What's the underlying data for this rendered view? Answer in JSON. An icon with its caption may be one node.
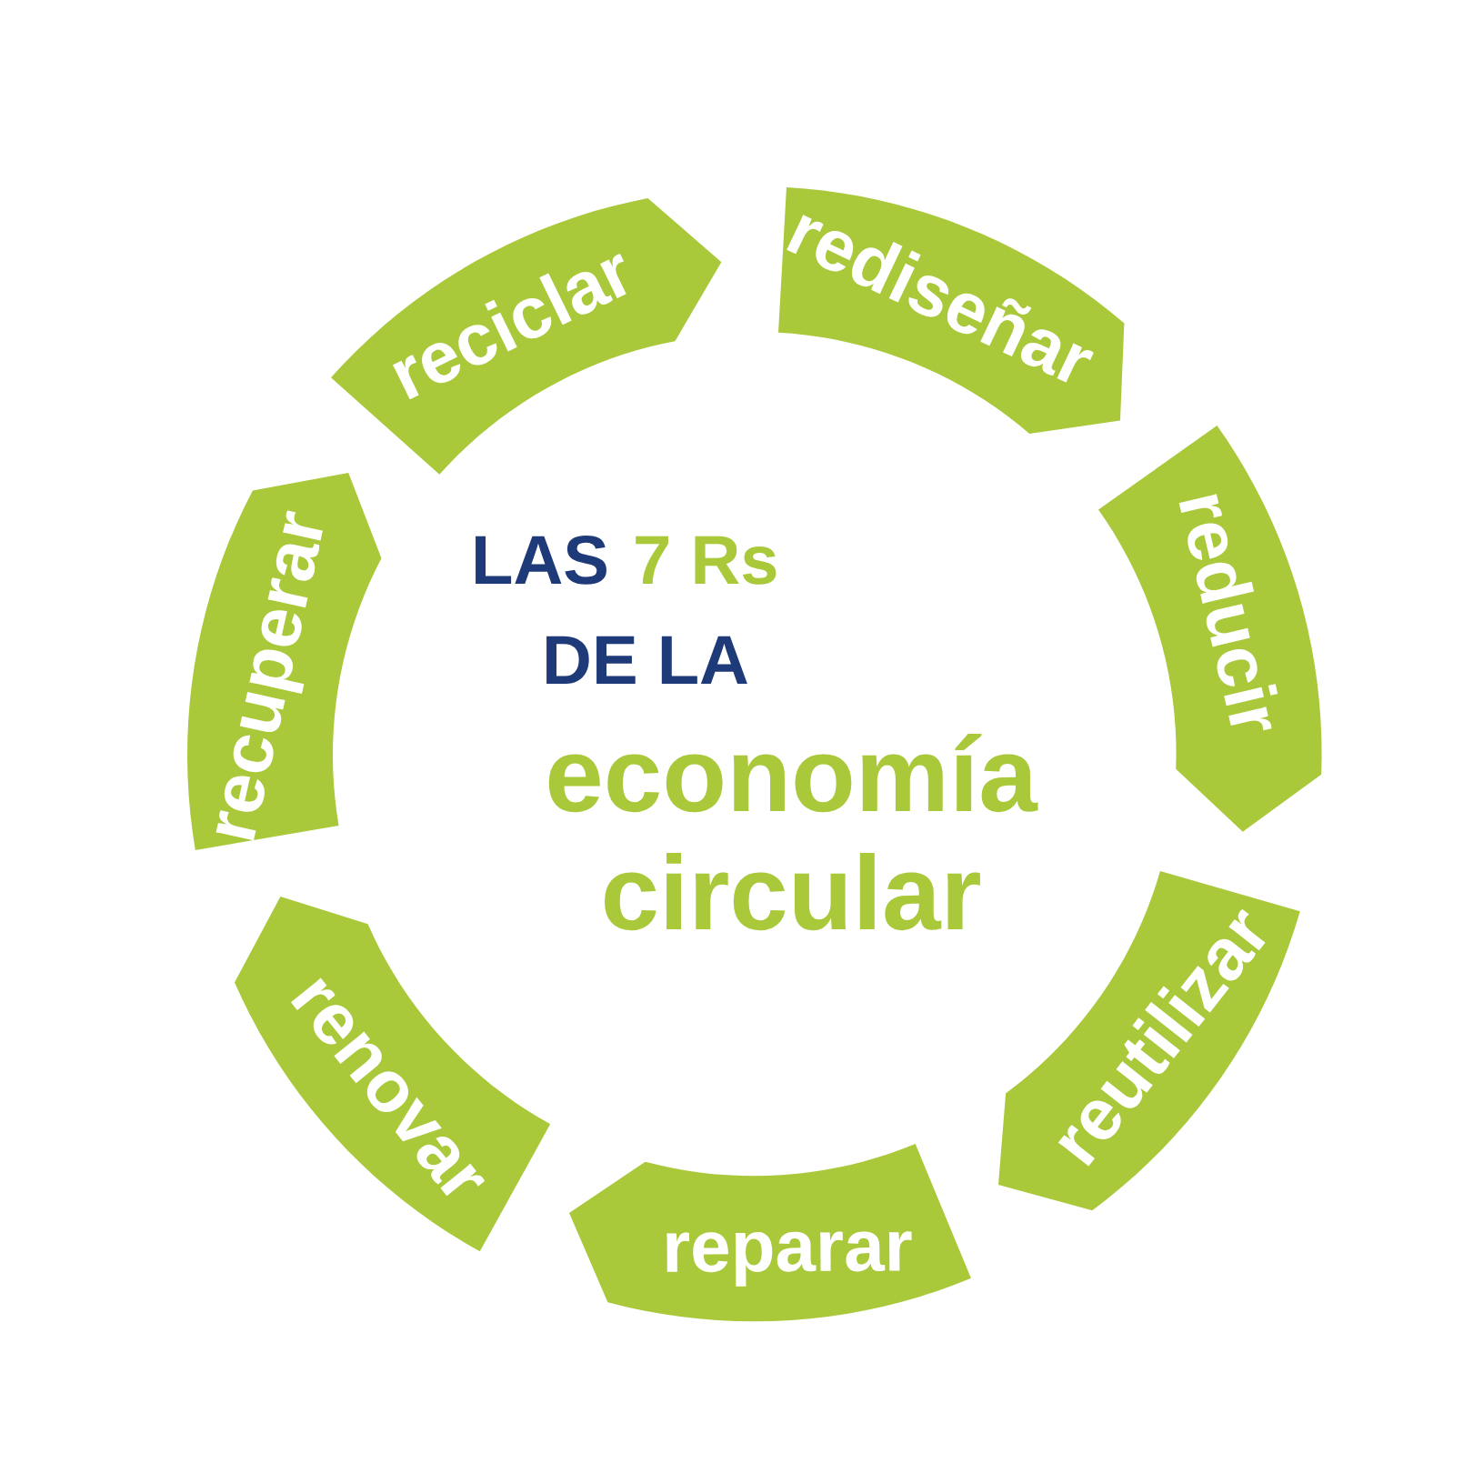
{
  "diagram": {
    "nodes": [
      {
        "text": [
          "reciclar"
        ]
      },
      {
        "text": [
          "rediseñar"
        ]
      },
      {
        "text": [
          "reducir"
        ]
      },
      {
        "text": [
          "reutilizar"
        ]
      },
      {
        "text": [
          "reparar"
        ]
      },
      {
        "text": [
          "renovar"
        ]
      },
      {
        "text": [
          "recuperar"
        ]
      }
    ],
    "labels": [
      "LAS",
      "7 Rs",
      "DE LA",
      "economía circular"
    ]
  }
}
